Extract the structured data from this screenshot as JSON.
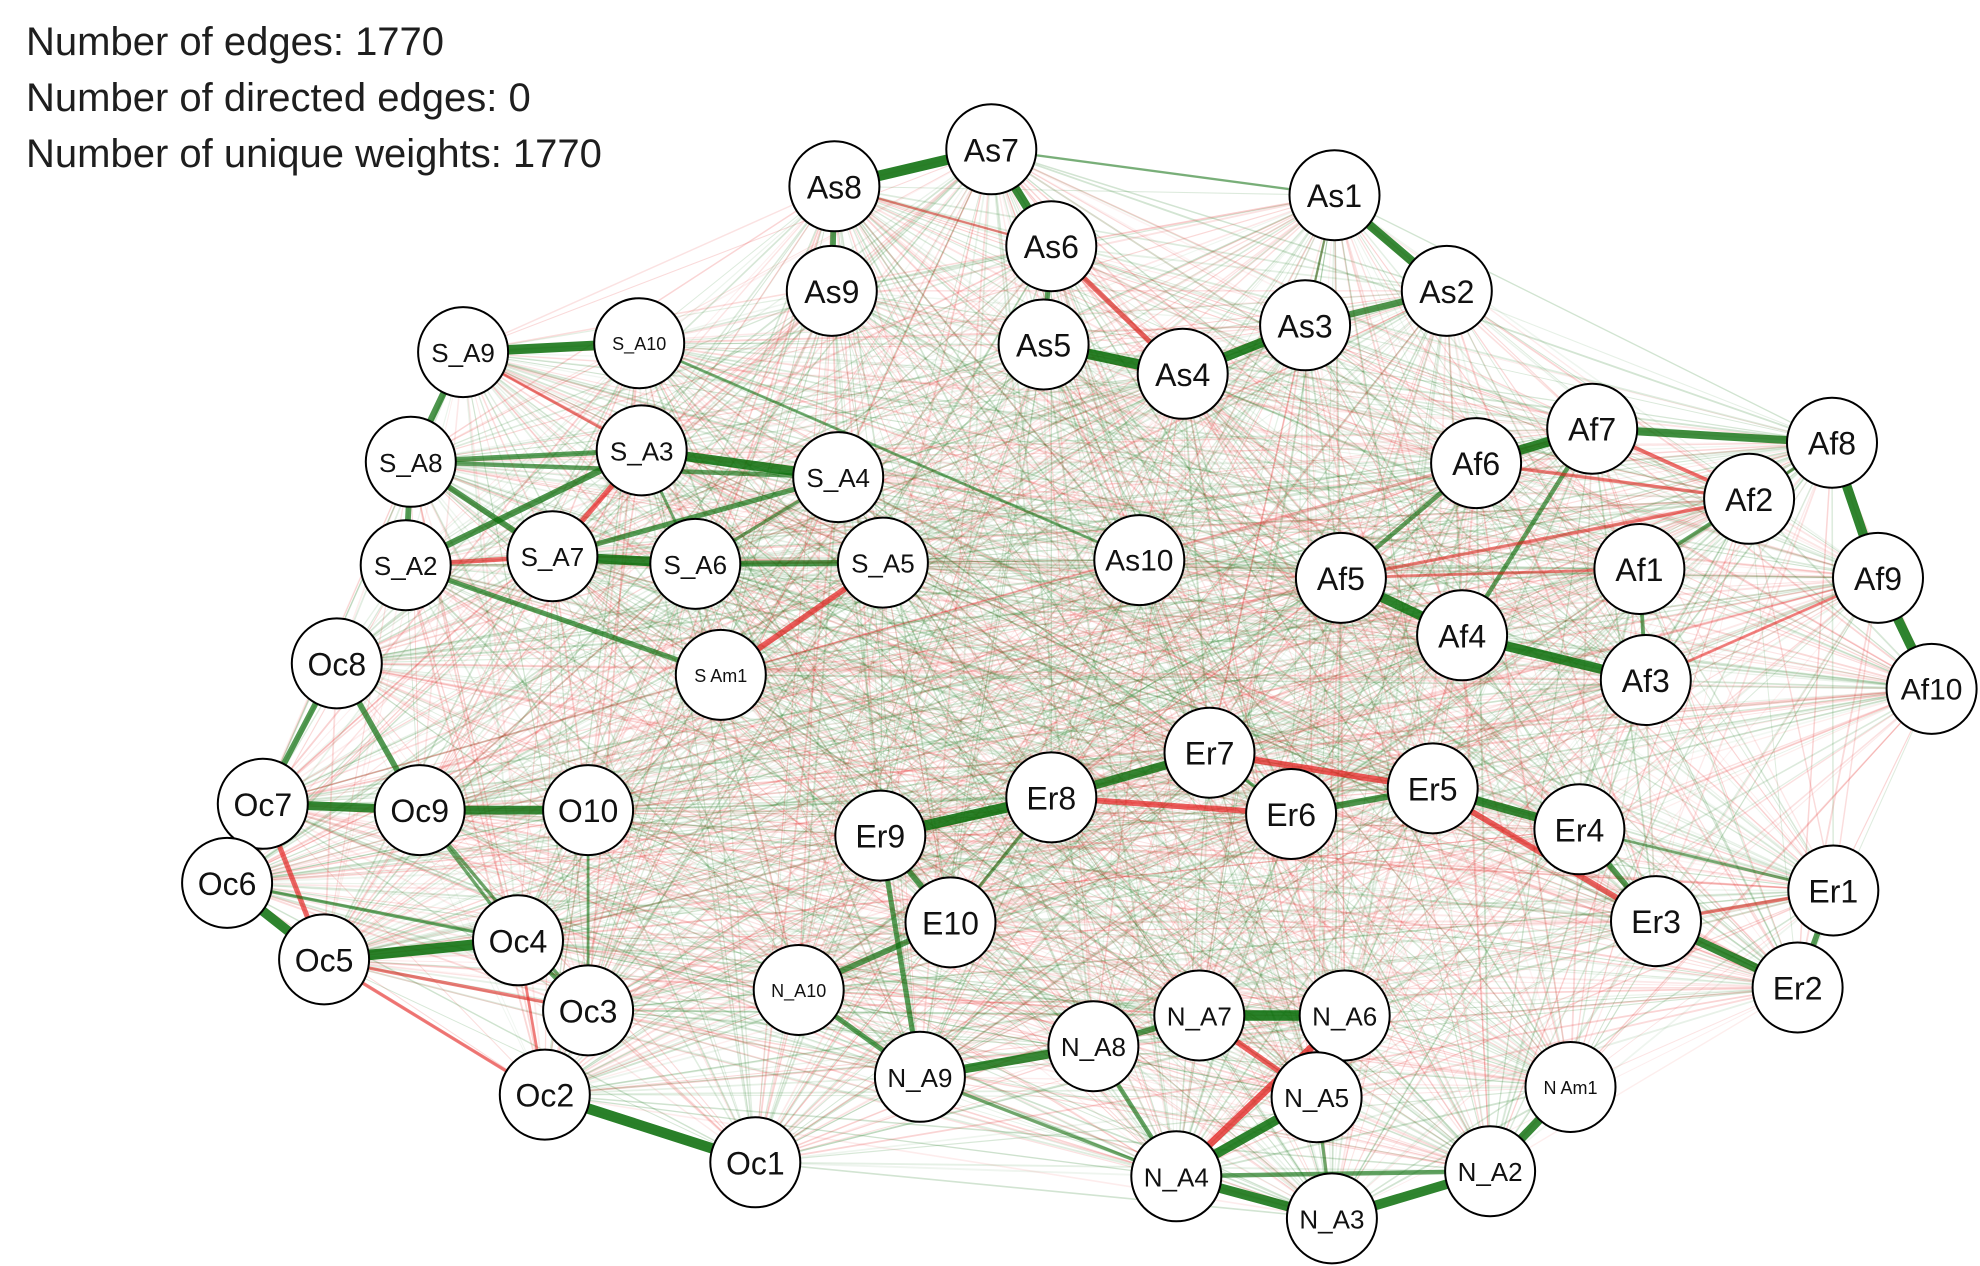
{
  "header": {
    "edges_line": "Number of edges: 1770",
    "directed_line": "Number of directed edges: 0",
    "weights_line": "Number of unique weights: 1770"
  },
  "colors": {
    "positive": "#0b6e0b",
    "negative": "#e3201e",
    "node_fill": "#ffffff",
    "node_stroke": "#000000"
  },
  "network": {
    "nodes": [
      "As7",
      "As8",
      "As1",
      "As6",
      "As9",
      "As2",
      "As3",
      "As5",
      "As4",
      "As10",
      "S_A9",
      "S_A10",
      "S_A8",
      "S_A3",
      "S_A4",
      "S_A2",
      "S_A7",
      "S_A6",
      "S_A5",
      "S Am1",
      "Af7",
      "Af8",
      "Af6",
      "Af2",
      "Af1",
      "Af5",
      "Af9",
      "Af4",
      "Af3",
      "Af10",
      "Er7",
      "Er8",
      "Er5",
      "Er6",
      "Er9",
      "Er4",
      "Er1",
      "Er3",
      "E10",
      "Er2",
      "Oc8",
      "Oc7",
      "Oc9",
      "O10",
      "Oc6",
      "Oc4",
      "Oc5",
      "Oc3",
      "Oc2",
      "Oc1",
      "N_A10",
      "N_A7",
      "N_A6",
      "N_A8",
      "N_A9",
      "N_A5",
      "N Am1",
      "N_A4",
      "N_A2",
      "N_A3"
    ],
    "edges": [
      {
        "from": "As7",
        "to": "As8",
        "w": 0.8
      },
      {
        "from": "As7",
        "to": "As6",
        "w": 0.7
      },
      {
        "from": "As8",
        "to": "As9",
        "w": 0.5
      },
      {
        "from": "As6",
        "to": "As5",
        "w": 0.45
      },
      {
        "from": "As6",
        "to": "As4",
        "w": -0.45
      },
      {
        "from": "As5",
        "to": "As4",
        "w": 0.8
      },
      {
        "from": "As4",
        "to": "As3",
        "w": 0.75
      },
      {
        "from": "As3",
        "to": "As2",
        "w": 0.55
      },
      {
        "from": "As2",
        "to": "As1",
        "w": 0.7
      },
      {
        "from": "As7",
        "to": "As1",
        "w": 0.2
      },
      {
        "from": "As3",
        "to": "As1",
        "w": 0.2
      },
      {
        "from": "As8",
        "to": "As6",
        "w": -0.2
      },
      {
        "from": "S_A10",
        "to": "As10",
        "w": 0.25
      },
      {
        "from": "S_A9",
        "to": "S_A10",
        "w": 0.75
      },
      {
        "from": "S_A9",
        "to": "S_A8",
        "w": 0.55
      },
      {
        "from": "S_A8",
        "to": "S_A3",
        "w": 0.45
      },
      {
        "from": "S_A8",
        "to": "S_A4",
        "w": 0.4
      },
      {
        "from": "S_A8",
        "to": "S_A2",
        "w": 0.5
      },
      {
        "from": "S_A8",
        "to": "S_A7",
        "w": 0.5
      },
      {
        "from": "S_A3",
        "to": "S_A4",
        "w": 0.75
      },
      {
        "from": "S_A3",
        "to": "S_A2",
        "w": 0.55
      },
      {
        "from": "S_A3",
        "to": "S_A7",
        "w": -0.45
      },
      {
        "from": "S_A3",
        "to": "S_A6",
        "w": 0.25
      },
      {
        "from": "S_A2",
        "to": "S_A7",
        "w": -0.4
      },
      {
        "from": "S_A7",
        "to": "S_A6",
        "w": 0.75
      },
      {
        "from": "S_A6",
        "to": "S_A5",
        "w": 0.5
      },
      {
        "from": "S_A7",
        "to": "S_A4",
        "w": 0.45
      },
      {
        "from": "S_A2",
        "to": "S Am1",
        "w": 0.45
      },
      {
        "from": "S_A5",
        "to": "S Am1",
        "w": -0.5
      },
      {
        "from": "S_A9",
        "to": "S_A3",
        "w": -0.25
      },
      {
        "from": "S_A4",
        "to": "S_A6",
        "w": 0.3
      },
      {
        "from": "Af7",
        "to": "Af6",
        "w": 0.75
      },
      {
        "from": "Af7",
        "to": "Af8",
        "w": 0.65
      },
      {
        "from": "Af8",
        "to": "Af9",
        "w": 0.75
      },
      {
        "from": "Af9",
        "to": "Af10",
        "w": 0.75
      },
      {
        "from": "Af6",
        "to": "Af5",
        "w": 0.4
      },
      {
        "from": "Af5",
        "to": "Af4",
        "w": 0.75
      },
      {
        "from": "Af4",
        "to": "Af3",
        "w": 0.75
      },
      {
        "from": "Af7",
        "to": "Af4",
        "w": 0.4
      },
      {
        "from": "Af7",
        "to": "Af2",
        "w": -0.35
      },
      {
        "from": "Af6",
        "to": "Af2",
        "w": -0.3
      },
      {
        "from": "Af2",
        "to": "Af1",
        "w": 0.35
      },
      {
        "from": "Af1",
        "to": "Af3",
        "w": 0.35
      },
      {
        "from": "Af2",
        "to": "Af5",
        "w": -0.3
      },
      {
        "from": "Af1",
        "to": "Af5",
        "w": -0.25
      },
      {
        "from": "Af8",
        "to": "Af2",
        "w": 0.3
      },
      {
        "from": "Af3",
        "to": "Af9",
        "w": -0.25
      },
      {
        "from": "Er9",
        "to": "Er8",
        "w": 0.8
      },
      {
        "from": "Er8",
        "to": "Er7",
        "w": 0.7
      },
      {
        "from": "Er7",
        "to": "Er5",
        "w": -0.55
      },
      {
        "from": "Er8",
        "to": "Er6",
        "w": -0.5
      },
      {
        "from": "Er6",
        "to": "Er5",
        "w": 0.55
      },
      {
        "from": "Er7",
        "to": "Er6",
        "w": 0.3
      },
      {
        "from": "Er5",
        "to": "Er4",
        "w": 0.7
      },
      {
        "from": "Er4",
        "to": "Er3",
        "w": 0.5
      },
      {
        "from": "Er5",
        "to": "Er3",
        "w": -0.5
      },
      {
        "from": "Er3",
        "to": "Er2",
        "w": 0.7
      },
      {
        "from": "Er1",
        "to": "Er2",
        "w": 0.5
      },
      {
        "from": "Er9",
        "to": "E10",
        "w": 0.5
      },
      {
        "from": "E10",
        "to": "Er8",
        "w": 0.3
      },
      {
        "from": "Er4",
        "to": "Er1",
        "w": 0.25
      },
      {
        "from": "Er3",
        "to": "Er1",
        "w": -0.3
      },
      {
        "from": "Oc8",
        "to": "Oc7",
        "w": 0.5
      },
      {
        "from": "Oc8",
        "to": "Oc9",
        "w": 0.5
      },
      {
        "from": "Oc7",
        "to": "Oc9",
        "w": 0.7
      },
      {
        "from": "Oc9",
        "to": "O10",
        "w": 0.7
      },
      {
        "from": "Oc7",
        "to": "Oc6",
        "w": 0.4
      },
      {
        "from": "Oc6",
        "to": "Oc5",
        "w": 0.75
      },
      {
        "from": "Oc5",
        "to": "Oc4",
        "w": 0.8
      },
      {
        "from": "Oc7",
        "to": "Oc5",
        "w": -0.45
      },
      {
        "from": "Oc6",
        "to": "Oc4",
        "w": 0.3
      },
      {
        "from": "Oc9",
        "to": "Oc4",
        "w": 0.3
      },
      {
        "from": "Oc4",
        "to": "Oc3",
        "w": 0.4
      },
      {
        "from": "Oc2",
        "to": "Oc1",
        "w": 0.8
      },
      {
        "from": "Oc5",
        "to": "Oc2",
        "w": -0.3
      },
      {
        "from": "Oc5",
        "to": "Oc3",
        "w": -0.3
      },
      {
        "from": "O10",
        "to": "Oc3",
        "w": 0.25
      },
      {
        "from": "Oc9",
        "to": "Oc3",
        "w": 0.3
      },
      {
        "from": "Oc2",
        "to": "Oc4",
        "w": -0.25
      },
      {
        "from": "N_A10",
        "to": "N_A9",
        "w": 0.45
      },
      {
        "from": "N_A10",
        "to": "E10",
        "w": 0.5
      },
      {
        "from": "Er9",
        "to": "N_A9",
        "w": 0.45
      },
      {
        "from": "N_A9",
        "to": "N_A8",
        "w": 0.7
      },
      {
        "from": "N_A8",
        "to": "N_A7",
        "w": 0.5
      },
      {
        "from": "N_A7",
        "to": "N_A6",
        "w": 0.8
      },
      {
        "from": "N_A7",
        "to": "N_A5",
        "w": -0.5
      },
      {
        "from": "N_A6",
        "to": "N_A4",
        "w": -0.6
      },
      {
        "from": "N_A6",
        "to": "N_A5",
        "w": 0.4
      },
      {
        "from": "N_A5",
        "to": "N_A4",
        "w": 0.75
      },
      {
        "from": "N_A4",
        "to": "N_A3",
        "w": 0.75
      },
      {
        "from": "N_A3",
        "to": "N_A2",
        "w": 0.75
      },
      {
        "from": "N_A2",
        "to": "N Am1",
        "w": 0.7
      },
      {
        "from": "N_A8",
        "to": "N_A4",
        "w": 0.4
      },
      {
        "from": "N_A4",
        "to": "N_A2",
        "w": 0.4
      },
      {
        "from": "N_A5",
        "to": "N_A3",
        "w": 0.3
      },
      {
        "from": "N_A9",
        "to": "N_A4",
        "w": 0.3
      }
    ]
  }
}
